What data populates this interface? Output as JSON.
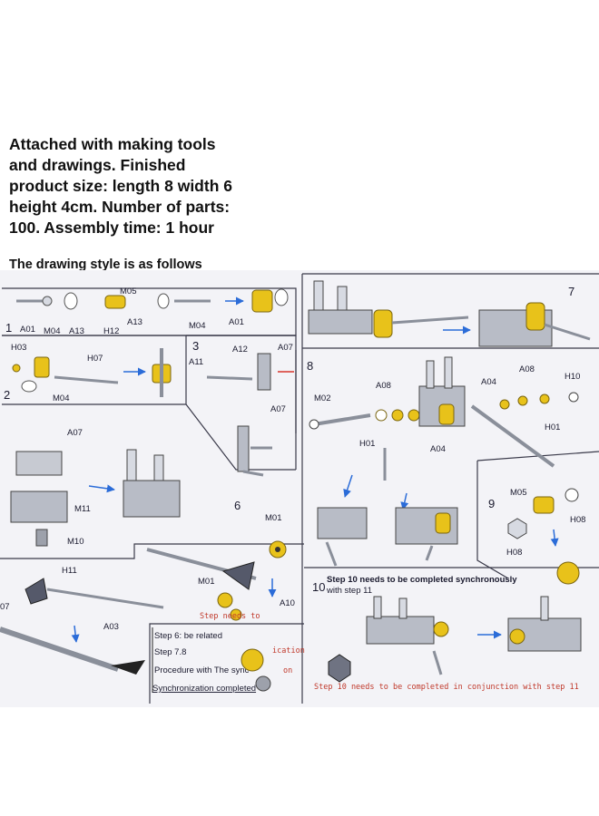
{
  "intro": {
    "line1": "Attached with making tools",
    "line2": "and drawings. Finished",
    "line3": "product size: length 8 width 6",
    "line4": "height 4cm. Number of parts:",
    "line5": "100. Assembly time: 1 hour"
  },
  "style_label": "The drawing style is as follows",
  "steps": {
    "s1": "1",
    "s2": "2",
    "s3": "3",
    "s6": "6",
    "s7": "7",
    "s8": "8",
    "s9": "9",
    "s10": "10"
  },
  "parts": {
    "M05": "M05",
    "A01": "A01",
    "M04": "M04",
    "A13": "A13",
    "H12": "H12",
    "H03": "H03",
    "H07": "H07",
    "A12": "A12",
    "A07": "A07",
    "A11": "A11",
    "M11": "M11",
    "M10": "M10",
    "H11": "H11",
    "A03": "A03",
    "M01": "M01",
    "A10": "A10",
    "M02": "M02",
    "A08": "A08",
    "A04": "A04",
    "H10": "H10",
    "H01": "H01",
    "H08": "H08",
    "O7": "07"
  },
  "notes": {
    "step10_title": "Step 10 needs to be completed synchronously",
    "step10_sub": "with step 11",
    "step10_bottom": "Step 10 needs to be completed in conjunction with step 11",
    "step6_line1": "Step 6: be related",
    "step6_line2": "Step 7.8",
    "step6_line3": "Procedure with The sync",
    "step6_line4": "Synchronization completed",
    "step_needs": "Step needs to",
    "ication": "ication",
    "on": "on"
  },
  "colors": {
    "yellow_part": "#e8c21a",
    "metal": "#b8bcc6",
    "arrow": "#2b6cd8",
    "red": "#d8342b"
  }
}
